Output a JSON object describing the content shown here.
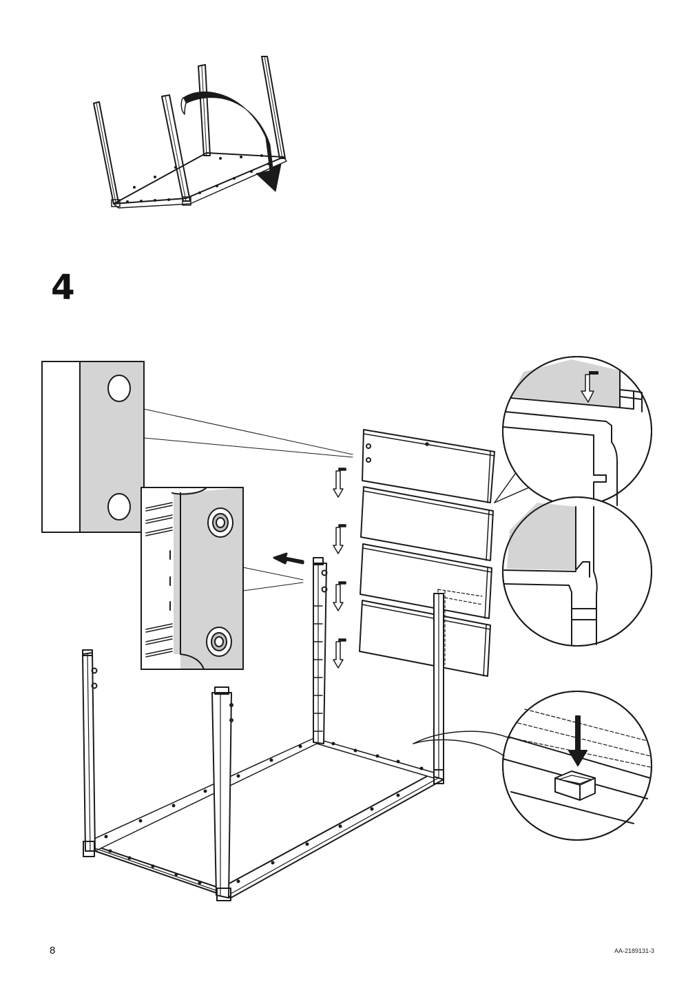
{
  "document": {
    "step_number": "4",
    "page_number": "8",
    "doc_code": "AA-2189131-3"
  },
  "colors": {
    "line": "#1a1a1a",
    "panel_gray": "#d4d4d4",
    "background": "#ffffff"
  },
  "icons": [
    "rotate-arrow-icon",
    "insert-arrow-icon",
    "push-arrow-icon",
    "hollow-down-arrow-icon"
  ]
}
